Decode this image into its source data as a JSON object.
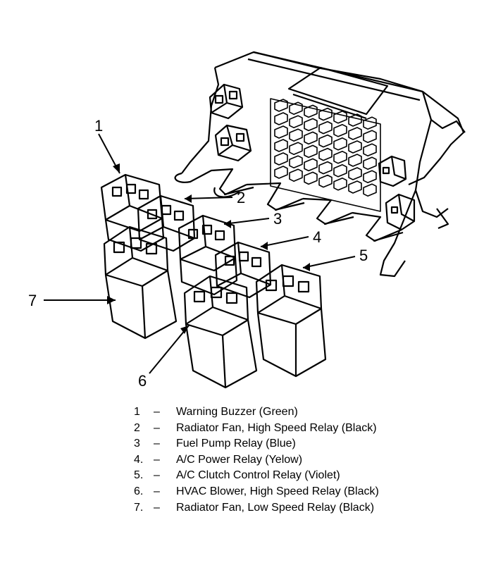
{
  "callouts": [
    "1",
    "2",
    "3",
    "4",
    "5",
    "6",
    "7"
  ],
  "legend": [
    {
      "num": "1",
      "dash": "–",
      "text": "Warning Buzzer (Green)"
    },
    {
      "num": "2",
      "dash": "–",
      "text": "Radiator Fan, High Speed Relay (Black)"
    },
    {
      "num": "3",
      "dash": "–",
      "text": "Fuel Pump Relay (Blue)"
    },
    {
      "num": "4.",
      "dash": "–",
      "text": "A/C Power Relay (Yelow)"
    },
    {
      "num": "5.",
      "dash": "–",
      "text": "A/C Clutch Control Relay (Violet)"
    },
    {
      "num": "6.",
      "dash": "–",
      "text": "HVAC Blower, High Speed Relay (Black)"
    },
    {
      "num": "7.",
      "dash": "–",
      "text": "Radiator Fan, Low Speed Relay (Black)"
    }
  ],
  "colors": {
    "ink": "#000000",
    "paper": "#ffffff"
  }
}
